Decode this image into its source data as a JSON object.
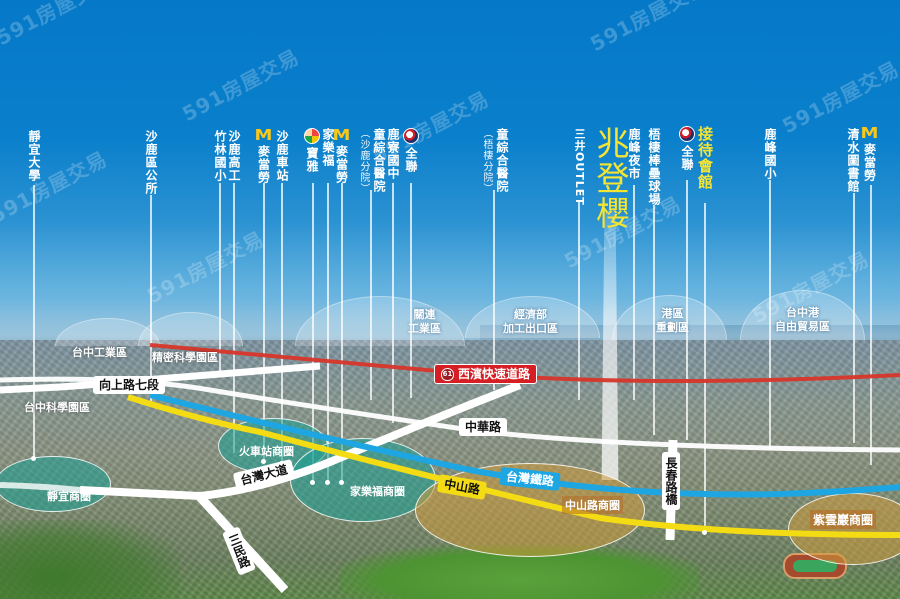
{
  "map": {
    "title": "兆登櫻",
    "sales_office": "接待會館",
    "watermark": "591房屋交易",
    "colors": {
      "sky": "#0a7cc8",
      "highlight_text": "#f5e532",
      "mcdonalds": "#f8c81c",
      "expressway": "#d51f24",
      "railway": "#1ea6e2",
      "zhongshan_road": "#f4dc14",
      "white_road": "#ffffff"
    }
  },
  "pois": [
    {
      "name": "靜宜大學"
    },
    {
      "name": "沙鹿區公所"
    },
    {
      "name": "竹林國小"
    },
    {
      "name": "沙鹿高工"
    },
    {
      "name": "麥當勞",
      "logo": "mcdonalds-icon"
    },
    {
      "name": "沙鹿車站"
    },
    {
      "name": "寶雅",
      "logo": "poya-icon"
    },
    {
      "name": "家樂福"
    },
    {
      "name": "麥當勞",
      "logo": "mcdonalds-icon"
    },
    {
      "name": "童綜合醫院",
      "sub": "（沙鹿分院）"
    },
    {
      "name": "鹿寮國中"
    },
    {
      "name": "全聯",
      "logo": "pxmart-icon"
    },
    {
      "name": "童綜合醫院",
      "sub": "（梧棲分院）"
    },
    {
      "name": "三井OUTLET"
    },
    {
      "name": "鹿峰夜市"
    },
    {
      "name": "梧棲棒壘球場"
    },
    {
      "name": "全聯",
      "logo": "pxmart-icon"
    },
    {
      "name": "鹿峰國小"
    },
    {
      "name": "清水圖書館"
    },
    {
      "name": "麥當勞",
      "logo": "mcdonalds-icon"
    }
  ],
  "domes": [
    {
      "label": "關連\n工業區"
    },
    {
      "label": "經濟部\n加工出口區"
    },
    {
      "label": "港區\n重劃區"
    },
    {
      "label": "台中港\n自由貿易區"
    }
  ],
  "areas": [
    {
      "label": "台中工業區"
    },
    {
      "label": "精密科學園區"
    },
    {
      "label": "台中科學園區"
    }
  ],
  "roads": {
    "xiangshang": "向上路七段",
    "expressway_number": "61",
    "expressway": "西濱快速道路",
    "zhonghua": "中華路",
    "taiwan_blvd": "台灣大道",
    "sanmin": "三民路",
    "zhongshan": "中山路",
    "railway": "台灣鐵路",
    "changchun_bridge": "長春路橋"
  },
  "zones": [
    {
      "label": "靜宜商圈"
    },
    {
      "label": "火車站商圈"
    },
    {
      "label": "家樂福商圈"
    },
    {
      "label": "中山路商圈"
    },
    {
      "label": "紫雲巖商圈"
    }
  ]
}
